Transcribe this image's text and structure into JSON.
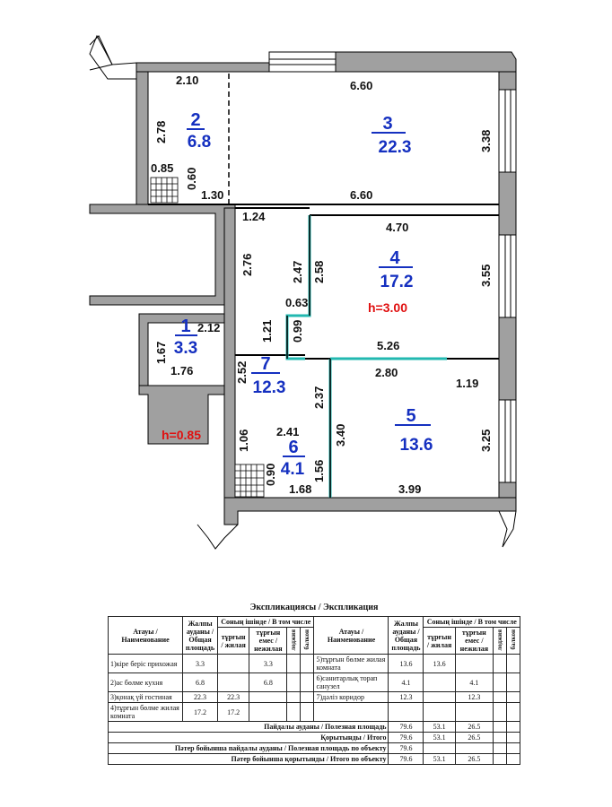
{
  "floor_plan": {
    "rooms": [
      {
        "id": "1",
        "number": "1",
        "area": "3.3"
      },
      {
        "id": "2",
        "number": "2",
        "area": "6.8"
      },
      {
        "id": "3",
        "number": "3",
        "area": "22.3"
      },
      {
        "id": "4",
        "number": "4",
        "area": "17.2"
      },
      {
        "id": "5",
        "number": "5",
        "area": "13.6"
      },
      {
        "id": "6",
        "number": "6",
        "area": "4.1"
      },
      {
        "id": "7",
        "number": "7",
        "area": "12.3"
      }
    ],
    "height_main": "h=3.00",
    "height_balcony": "h=0.85",
    "dimensions": {
      "d1": "2.10",
      "d2": "6.60",
      "d3": "2.78",
      "d4": "3.38",
      "d5": "0.85",
      "d6": "0.60",
      "d7": "1.30",
      "d8": "6.60",
      "d9": "1.24",
      "d10": "4.70",
      "d11": "2.76",
      "d12": "2.47",
      "d13": "2.58",
      "d14": "3.55",
      "d15": "0.63",
      "d16": "1.21",
      "d17": "0.99",
      "d18": "2.12",
      "d19": "1.67",
      "d20": "1.76",
      "d21": "5.26",
      "d22": "2.52",
      "d23": "2.80",
      "d24": "1.19",
      "d25": "2.37",
      "d26": "3.40",
      "d27": "3.25",
      "d28": "1.06",
      "d29": "2.41",
      "d30": "1.56",
      "d31": "0.90",
      "d32": "1.68",
      "d33": "3.99"
    }
  },
  "explication": {
    "title": "Экспликациясы / Экспликация",
    "headers": {
      "name": "Атауы / Наименование",
      "total": "Жалпы ауданы / Общая площадь",
      "including": "Соның ішінде / В том числе",
      "living": "тұрғын / жилая",
      "nonliving": "тұрғын емес / нежилая",
      "loggia": "лоджия",
      "balcony": "балкон"
    },
    "left_rows": [
      {
        "name": "1)кіре беріс прихожая",
        "total": "3.3",
        "living": "",
        "nonliving": "3.3"
      },
      {
        "name": "2)ас бөлме кухня",
        "total": "6.8",
        "living": "",
        "nonliving": "6.8"
      },
      {
        "name": "3)қонақ үй гостиная",
        "total": "22.3",
        "living": "22.3",
        "nonliving": ""
      },
      {
        "name": "4)тұрғын бөлме жилая комната",
        "total": "17.2",
        "living": "17.2",
        "nonliving": ""
      }
    ],
    "right_rows": [
      {
        "name": "5)тұрғын бөлме жилая комната",
        "total": "13.6",
        "living": "13.6",
        "nonliving": ""
      },
      {
        "name": "6)санитарлық торап санузел",
        "total": "4.1",
        "living": "",
        "nonliving": "4.1"
      },
      {
        "name": "7)дәліз коридор",
        "total": "12.3",
        "living": "",
        "nonliving": "12.3"
      },
      {
        "name": "",
        "total": "",
        "living": "",
        "nonliving": ""
      }
    ],
    "totals": [
      {
        "label": "Пайдалы ауданы / Полезная площадь",
        "total": "79.6",
        "living": "53.1",
        "nonliving": "26.5"
      },
      {
        "label": "Қорытынды / Итого",
        "total": "79.6",
        "living": "53.1",
        "nonliving": "26.5"
      },
      {
        "label": "Пәтер бойынша пайдалы ауданы / Полезная площадь по объекту",
        "total": "79.6",
        "living": "",
        "nonliving": ""
      },
      {
        "label": "Пәтер бойынша қорытынды / Итого по объекту",
        "total": "79.6",
        "living": "53.1",
        "nonliving": "26.5"
      }
    ]
  },
  "colors": {
    "wall": "#a0a0a0",
    "wall_edge": "#000000",
    "room_label": "#1530c0",
    "height_label": "#e01010",
    "partition_highlight": "#22b8b0"
  }
}
